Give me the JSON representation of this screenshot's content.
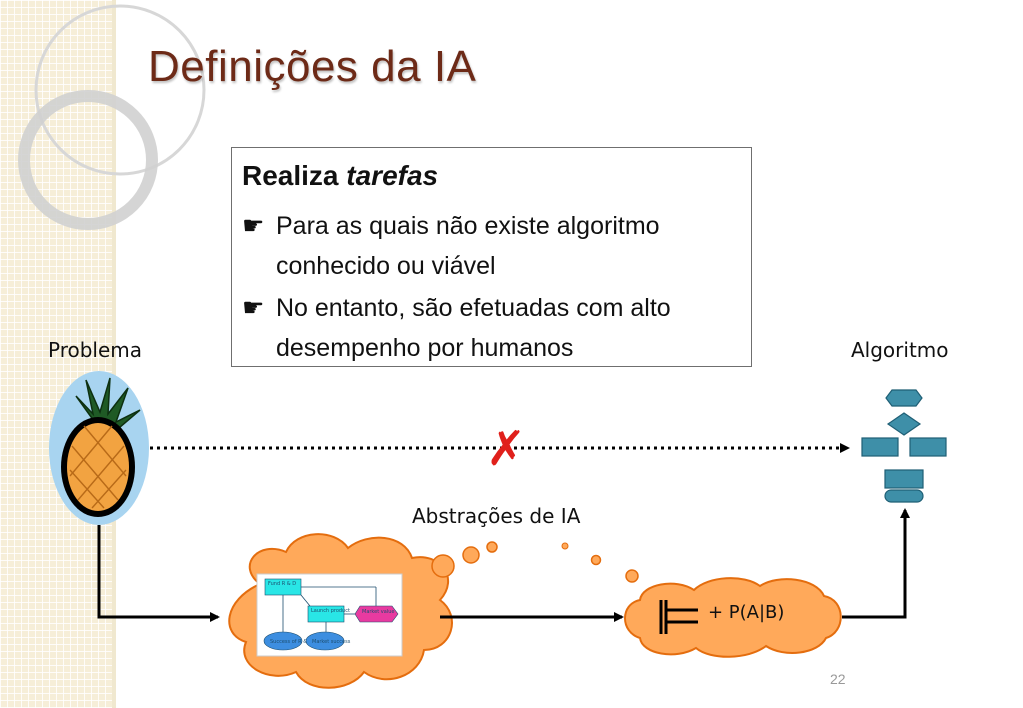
{
  "slide": {
    "title": "Definições da IA",
    "page_number": "22"
  },
  "textbox": {
    "heading_bold": "Realiza ",
    "heading_italic": "tarefas",
    "bullet_symbol": "☛",
    "bullets": [
      "Para as quais não existe algoritmo conhecido ou viável",
      "No entanto, são efetuadas com alto desempenho por humanos"
    ]
  },
  "diagram": {
    "problem_label": "Problema",
    "algorithm_label": "Algoritmo",
    "abstractions_label": "Abstrações de IA",
    "cross_mark": "✗",
    "formula": "+ P(A|B)",
    "mini_flowchart": {
      "fund": "Fund R & D",
      "launch": "Launch product",
      "market_value": "Market value",
      "success_rd": "Success of R & D",
      "market_success": "Market success"
    }
  },
  "colors": {
    "title": "#6d2a17",
    "cross": "#e0201b",
    "flowchart_shape": "#3e8fa8",
    "pineapple_bg": "#a8d4f0",
    "cloud_fill": "#ffa95a",
    "cloud_stroke": "#e46d0e"
  }
}
